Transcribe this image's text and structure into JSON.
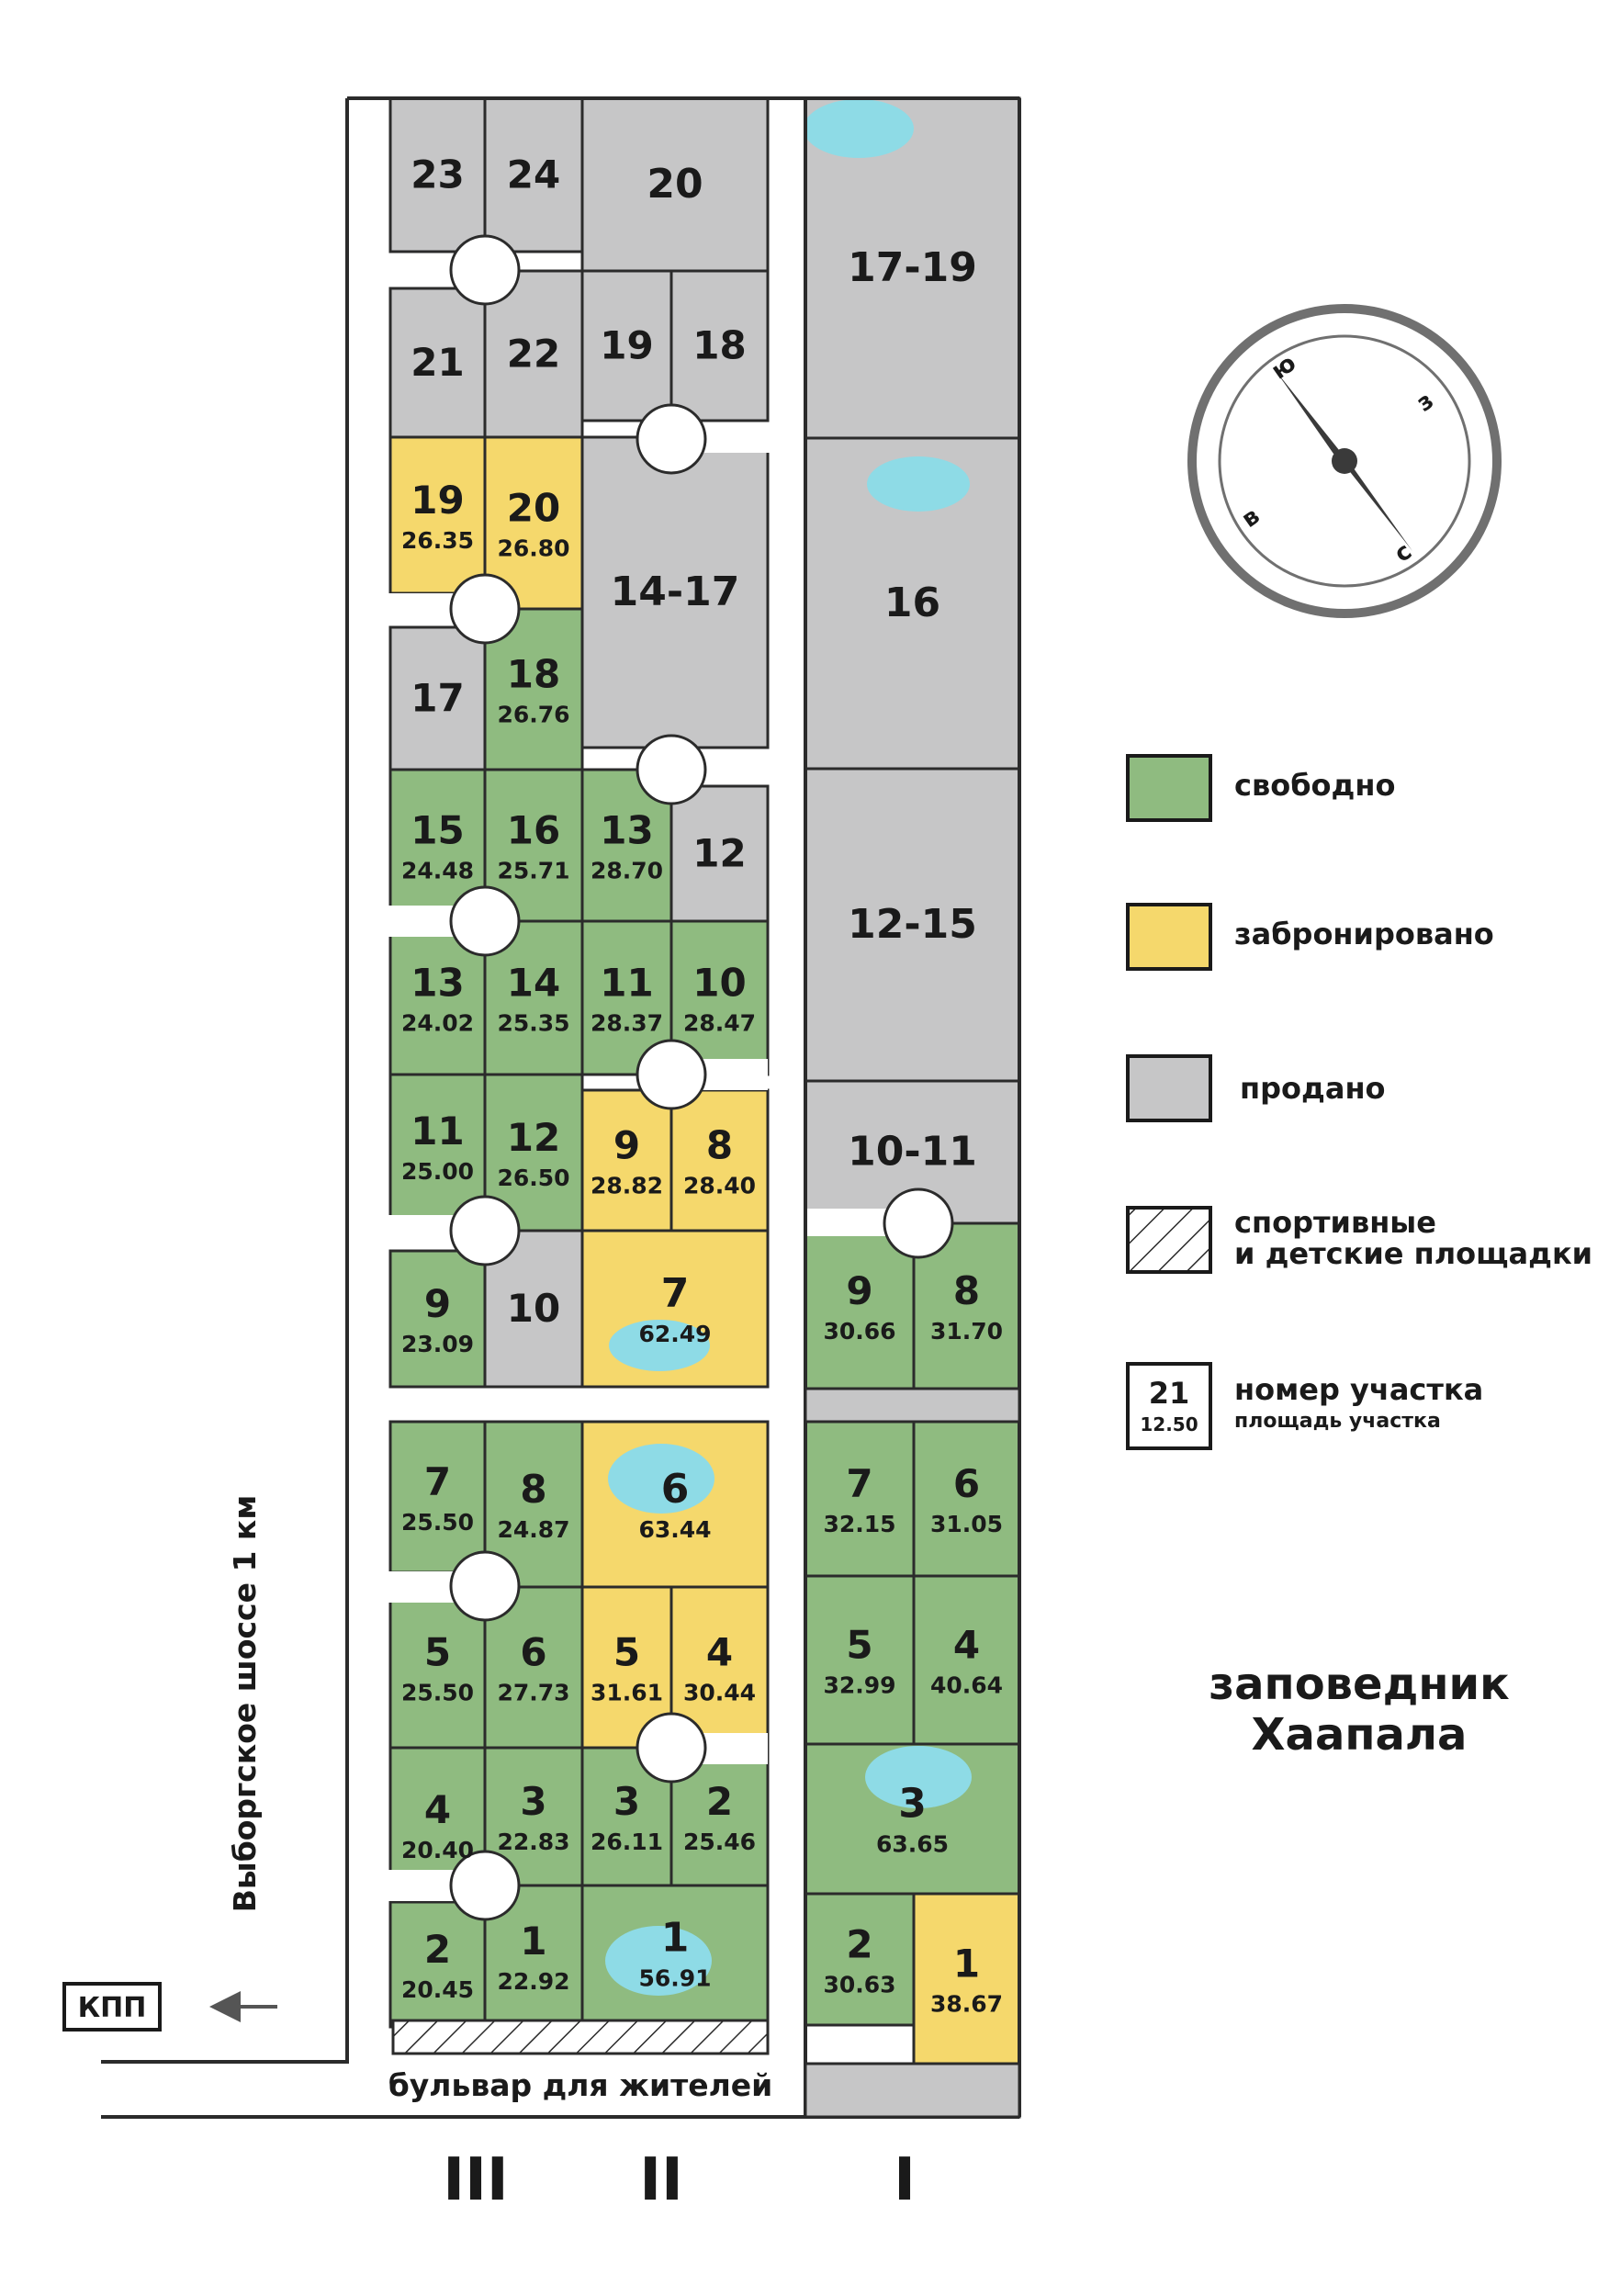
{
  "colors": {
    "free": "#8fbb80",
    "reserved": "#f5d86c",
    "sold": "#c6c6c7",
    "pond": "#8edbe6",
    "line": "#2b2b2b"
  },
  "plots": [
    {
      "num": "23",
      "status": "sold"
    },
    {
      "num": "24",
      "status": "sold"
    },
    {
      "num": "20",
      "status": "sold"
    },
    {
      "num": "21",
      "status": "sold"
    },
    {
      "num": "22",
      "status": "sold"
    },
    {
      "num": "19",
      "status": "sold"
    },
    {
      "num": "18",
      "status": "sold"
    },
    {
      "num": "19",
      "area": "26.35",
      "status": "reserved"
    },
    {
      "num": "20",
      "area": "26.80",
      "status": "reserved"
    },
    {
      "num": "14-17",
      "status": "sold"
    },
    {
      "num": "17",
      "status": "sold"
    },
    {
      "num": "18",
      "area": "26.76",
      "status": "free"
    },
    {
      "num": "15",
      "area": "24.48",
      "status": "free"
    },
    {
      "num": "16",
      "area": "25.71",
      "status": "free"
    },
    {
      "num": "13",
      "area": "28.70",
      "status": "free"
    },
    {
      "num": "12",
      "status": "sold"
    },
    {
      "num": "13",
      "area": "24.02",
      "status": "free"
    },
    {
      "num": "14",
      "area": "25.35",
      "status": "free"
    },
    {
      "num": "11",
      "area": "28.37",
      "status": "free"
    },
    {
      "num": "10",
      "area": "28.47",
      "status": "free"
    },
    {
      "num": "11",
      "area": "25.00",
      "status": "free"
    },
    {
      "num": "12",
      "area": "26.50",
      "status": "free"
    },
    {
      "num": "9",
      "area": "28.82",
      "status": "reserved"
    },
    {
      "num": "8",
      "area": "28.40",
      "status": "reserved"
    },
    {
      "num": "9",
      "area": "23.09",
      "status": "free"
    },
    {
      "num": "10",
      "status": "sold"
    },
    {
      "num": "7",
      "area": "62.49",
      "status": "reserved"
    },
    {
      "num": "7",
      "area": "25.50",
      "status": "free"
    },
    {
      "num": "8",
      "area": "24.87",
      "status": "free"
    },
    {
      "num": "6",
      "area": "63.44",
      "status": "reserved"
    },
    {
      "num": "5",
      "area": "25.50",
      "status": "free"
    },
    {
      "num": "6",
      "area": "27.73",
      "status": "free"
    },
    {
      "num": "5",
      "area": "31.61",
      "status": "reserved"
    },
    {
      "num": "4",
      "area": "30.44",
      "status": "reserved"
    },
    {
      "num": "4",
      "area": "20.40",
      "status": "free"
    },
    {
      "num": "3",
      "area": "22.83",
      "status": "free"
    },
    {
      "num": "3",
      "area": "26.11",
      "status": "free"
    },
    {
      "num": "2",
      "area": "25.46",
      "status": "free"
    },
    {
      "num": "2",
      "area": "20.45",
      "status": "free"
    },
    {
      "num": "1",
      "area": "22.92",
      "status": "free"
    },
    {
      "num": "1",
      "area": "56.91",
      "status": "free"
    },
    {
      "num": "17-19",
      "status": "sold"
    },
    {
      "num": "16",
      "status": "sold"
    },
    {
      "num": "12-15",
      "status": "sold"
    },
    {
      "num": "10-11",
      "status": "sold"
    },
    {
      "num": "9",
      "area": "30.66",
      "status": "free"
    },
    {
      "num": "8",
      "area": "31.70",
      "status": "free"
    },
    {
      "num": "7",
      "area": "32.15",
      "status": "free"
    },
    {
      "num": "6",
      "area": "31.05",
      "status": "free"
    },
    {
      "num": "5",
      "area": "32.99",
      "status": "free"
    },
    {
      "num": "4",
      "area": "40.64",
      "status": "free"
    },
    {
      "num": "3",
      "area": "63.65",
      "status": "free"
    },
    {
      "num": "2",
      "area": "30.63",
      "status": "free"
    },
    {
      "num": "1",
      "area": "38.67",
      "status": "reserved"
    }
  ],
  "compass": {
    "n": "ю",
    "e": "з",
    "w": "в",
    "s": "с"
  },
  "legend": {
    "free": "свободно",
    "reserved": "забронировано",
    "sold": "продано",
    "sports_line1": "спортивные",
    "sports_line2": "и детские площадки",
    "sample_num": "21",
    "sample_area": "12.50",
    "plot_num_label": "номер участка",
    "plot_area_label": "площадь участка"
  },
  "reserve_line1": "заповедник",
  "reserve_line2": "Хаапала",
  "road_label": "Выборгское шоссе 1 км",
  "checkpoint_label": "КПП",
  "boulevard_label": "бульвар для жителей",
  "column_labels": [
    "III",
    "II",
    "I"
  ]
}
